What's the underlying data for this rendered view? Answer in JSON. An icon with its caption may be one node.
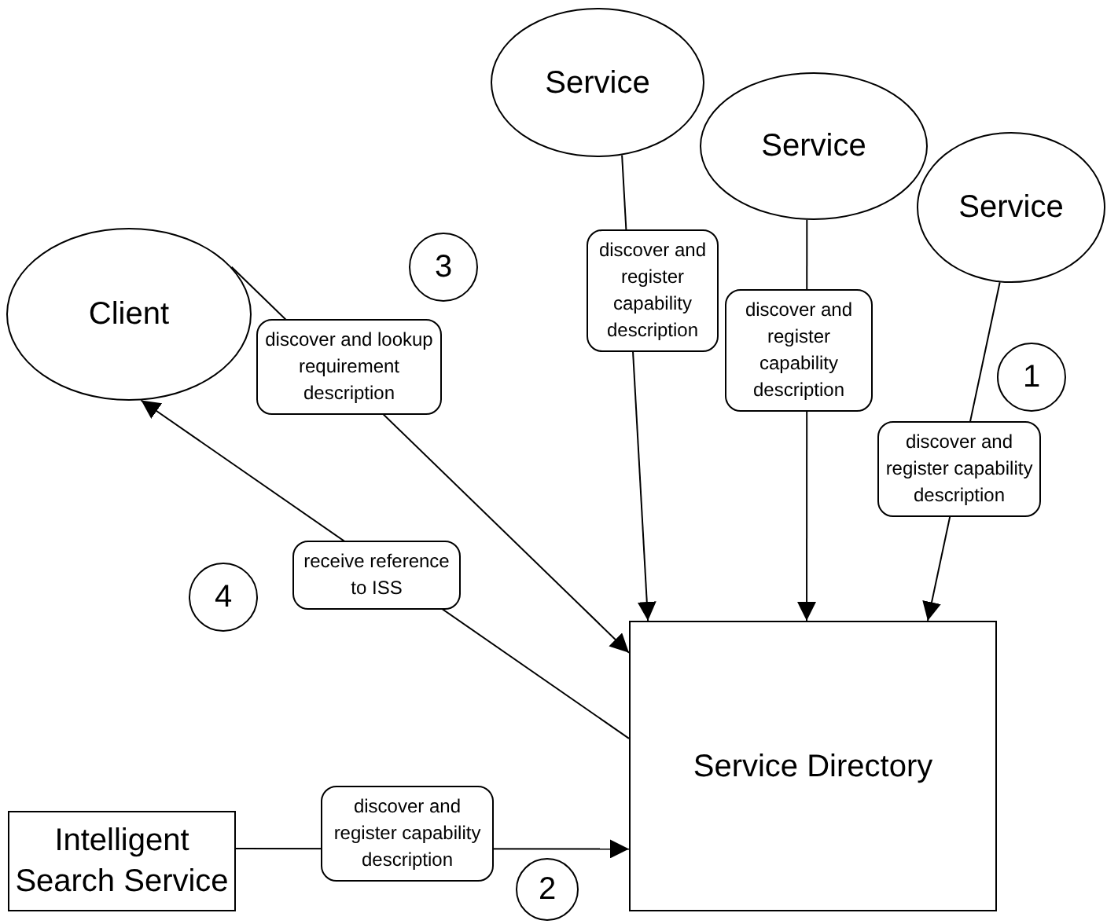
{
  "diagram": {
    "nodes": [
      {
        "text": [
          "Service"
        ]
      },
      {
        "text": [
          "Service"
        ]
      },
      {
        "text": [
          "Service"
        ]
      },
      {
        "text": [
          "3"
        ]
      },
      {
        "text": [
          "Client"
        ]
      },
      {
        "text": [
          "1"
        ]
      },
      {
        "text": [
          "4"
        ]
      },
      {
        "text": [
          "Service Directory"
        ]
      },
      {
        "text": [
          "Intelligent Search Service"
        ]
      },
      {
        "text": [
          "2"
        ]
      }
    ],
    "edges": [
      {
        "from": 0,
        "to": 7,
        "arrow": "to",
        "label": "discover and register capability description"
      },
      {
        "from": 1,
        "to": 7,
        "arrow": "to",
        "label": "discover and register capability description"
      },
      {
        "from": 2,
        "to": 7,
        "arrow": "to",
        "label": "discover and register capability description"
      },
      {
        "from": 4,
        "to": 7,
        "arrow": "to",
        "label": "discover and lookup requirement description"
      },
      {
        "from": 7,
        "to": 4,
        "arrow": "to",
        "label": "receive reference to ISS"
      },
      {
        "from": 8,
        "to": 7,
        "arrow": "to",
        "label": "discover and register capability description"
      }
    ]
  }
}
